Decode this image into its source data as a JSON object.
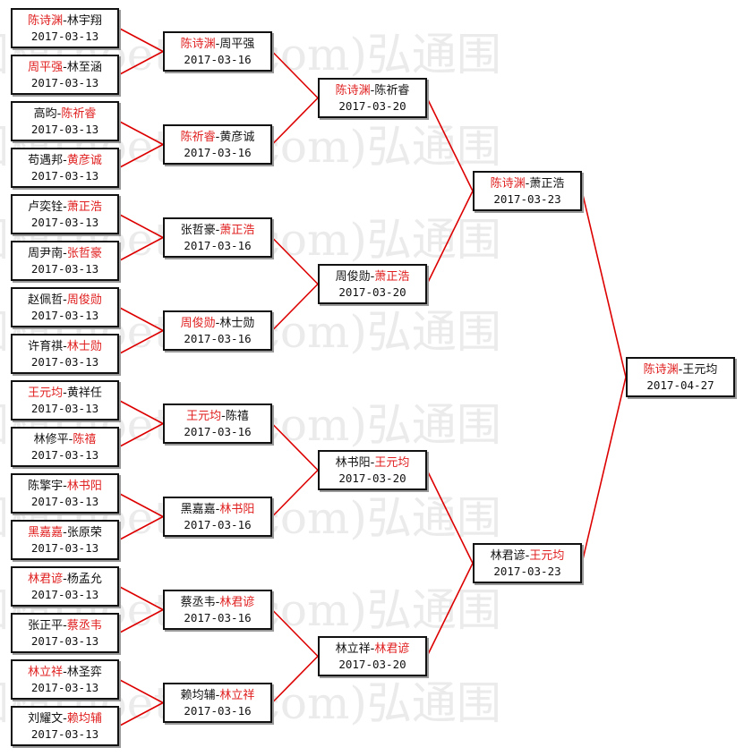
{
  "watermark": "围棋(hoetom.com)弘通围",
  "colors": {
    "winner": "#e02020",
    "line": "#dd0000",
    "border": "#111111"
  },
  "rounds": [
    [
      {
        "p1": "陈诗渊",
        "p2": "林宇翔",
        "winner": 1,
        "date": "2017-03-13"
      },
      {
        "p1": "周平强",
        "p2": "林至涵",
        "winner": 1,
        "date": "2017-03-13"
      },
      {
        "p1": "高昀",
        "p2": "陈祈睿",
        "winner": 2,
        "date": "2017-03-13"
      },
      {
        "p1": "苟遇邦",
        "p2": "黄彦诚",
        "winner": 2,
        "date": "2017-03-13"
      },
      {
        "p1": "卢奕铨",
        "p2": "萧正浩",
        "winner": 2,
        "date": "2017-03-13"
      },
      {
        "p1": "周尹南",
        "p2": "张哲豪",
        "winner": 2,
        "date": "2017-03-13"
      },
      {
        "p1": "赵佩哲",
        "p2": "周俊勋",
        "winner": 2,
        "date": "2017-03-13"
      },
      {
        "p1": "许育祺",
        "p2": "林士勋",
        "winner": 2,
        "date": "2017-03-13"
      },
      {
        "p1": "王元均",
        "p2": "黄祥任",
        "winner": 1,
        "date": "2017-03-13"
      },
      {
        "p1": "林修平",
        "p2": "陈禧",
        "winner": 2,
        "date": "2017-03-13"
      },
      {
        "p1": "陈擎宇",
        "p2": "林书阳",
        "winner": 2,
        "date": "2017-03-13"
      },
      {
        "p1": "黑嘉嘉",
        "p2": "张原荣",
        "winner": 1,
        "date": "2017-03-13"
      },
      {
        "p1": "林君谚",
        "p2": "杨孟允",
        "winner": 1,
        "date": "2017-03-13"
      },
      {
        "p1": "张正平",
        "p2": "蔡丞韦",
        "winner": 2,
        "date": "2017-03-13"
      },
      {
        "p1": "林立祥",
        "p2": "林圣弈",
        "winner": 1,
        "date": "2017-03-13"
      },
      {
        "p1": "刘耀文",
        "p2": "赖均辅",
        "winner": 2,
        "date": "2017-03-13"
      }
    ],
    [
      {
        "p1": "陈诗渊",
        "p2": "周平强",
        "winner": 1,
        "date": "2017-03-16"
      },
      {
        "p1": "陈祈睿",
        "p2": "黄彦诚",
        "winner": 1,
        "date": "2017-03-16"
      },
      {
        "p1": "张哲豪",
        "p2": "萧正浩",
        "winner": 2,
        "date": "2017-03-16"
      },
      {
        "p1": "周俊勋",
        "p2": "林士勋",
        "winner": 1,
        "date": "2017-03-16"
      },
      {
        "p1": "王元均",
        "p2": "陈禧",
        "winner": 1,
        "date": "2017-03-16"
      },
      {
        "p1": "黑嘉嘉",
        "p2": "林书阳",
        "winner": 2,
        "date": "2017-03-16"
      },
      {
        "p1": "蔡丞韦",
        "p2": "林君谚",
        "winner": 2,
        "date": "2017-03-16"
      },
      {
        "p1": "赖均辅",
        "p2": "林立祥",
        "winner": 2,
        "date": "2017-03-16"
      }
    ],
    [
      {
        "p1": "陈诗渊",
        "p2": "陈祈睿",
        "winner": 1,
        "date": "2017-03-20"
      },
      {
        "p1": "周俊勋",
        "p2": "萧正浩",
        "winner": 2,
        "date": "2017-03-20"
      },
      {
        "p1": "林书阳",
        "p2": "王元均",
        "winner": 2,
        "date": "2017-03-20"
      },
      {
        "p1": "林立祥",
        "p2": "林君谚",
        "winner": 2,
        "date": "2017-03-20"
      }
    ],
    [
      {
        "p1": "陈诗渊",
        "p2": "萧正浩",
        "winner": 1,
        "date": "2017-03-23"
      },
      {
        "p1": "林君谚",
        "p2": "王元均",
        "winner": 2,
        "date": "2017-03-23"
      }
    ],
    [
      {
        "p1": "陈诗渊",
        "p2": "王元均",
        "winner": 1,
        "date": "2017-04-27"
      }
    ]
  ]
}
